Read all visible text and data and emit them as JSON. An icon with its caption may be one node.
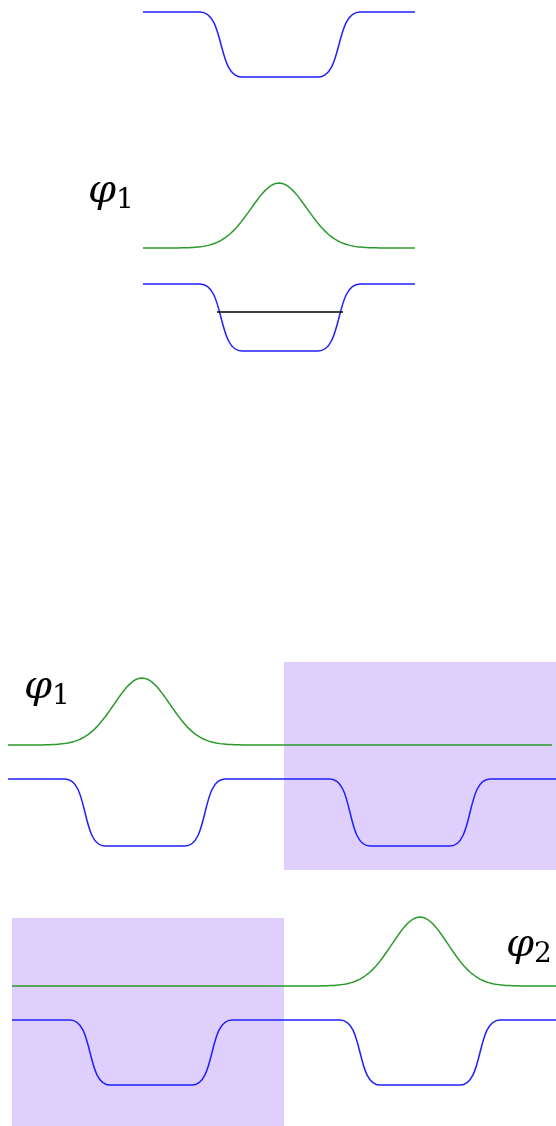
{
  "diagram": {
    "labels": [
      "φ$_{1}$",
      "φ$_{1}$",
      "φ$_{2}$"
    ]
  }
}
